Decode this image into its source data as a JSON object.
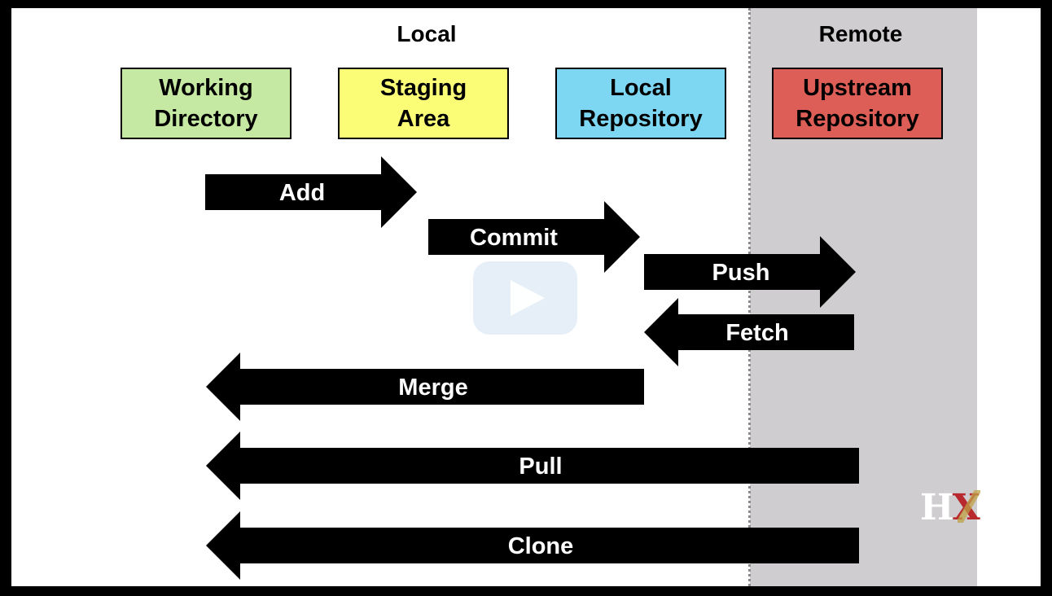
{
  "sections": {
    "local_label": "Local",
    "remote_label": "Remote"
  },
  "boxes": [
    {
      "id": "working-directory",
      "label": "Working\nDirectory",
      "color": "#c5e8a3"
    },
    {
      "id": "staging-area",
      "label": "Staging\nArea",
      "color": "#fbfd77"
    },
    {
      "id": "local-repository",
      "label": "Local\nRepository",
      "color": "#7ed7f2"
    },
    {
      "id": "upstream-repository",
      "label": "Upstream\nRepository",
      "color": "#dd5e57"
    }
  ],
  "arrows": [
    {
      "label": "Add",
      "direction": "right",
      "from": "working-directory",
      "to": "staging-area"
    },
    {
      "label": "Commit",
      "direction": "right",
      "from": "staging-area",
      "to": "local-repository"
    },
    {
      "label": "Push",
      "direction": "right",
      "from": "local-repository",
      "to": "upstream-repository"
    },
    {
      "label": "Fetch",
      "direction": "left",
      "from": "upstream-repository",
      "to": "local-repository"
    },
    {
      "label": "Merge",
      "direction": "left",
      "from": "local-repository",
      "to": "working-directory"
    },
    {
      "label": "Pull",
      "direction": "left",
      "from": "upstream-repository",
      "to": "working-directory"
    },
    {
      "label": "Clone",
      "direction": "left",
      "from": "upstream-repository",
      "to": "working-directory"
    }
  ],
  "logo": {
    "text_h": "H",
    "text_x": "X"
  },
  "play_button": {
    "icon": "play-icon"
  }
}
